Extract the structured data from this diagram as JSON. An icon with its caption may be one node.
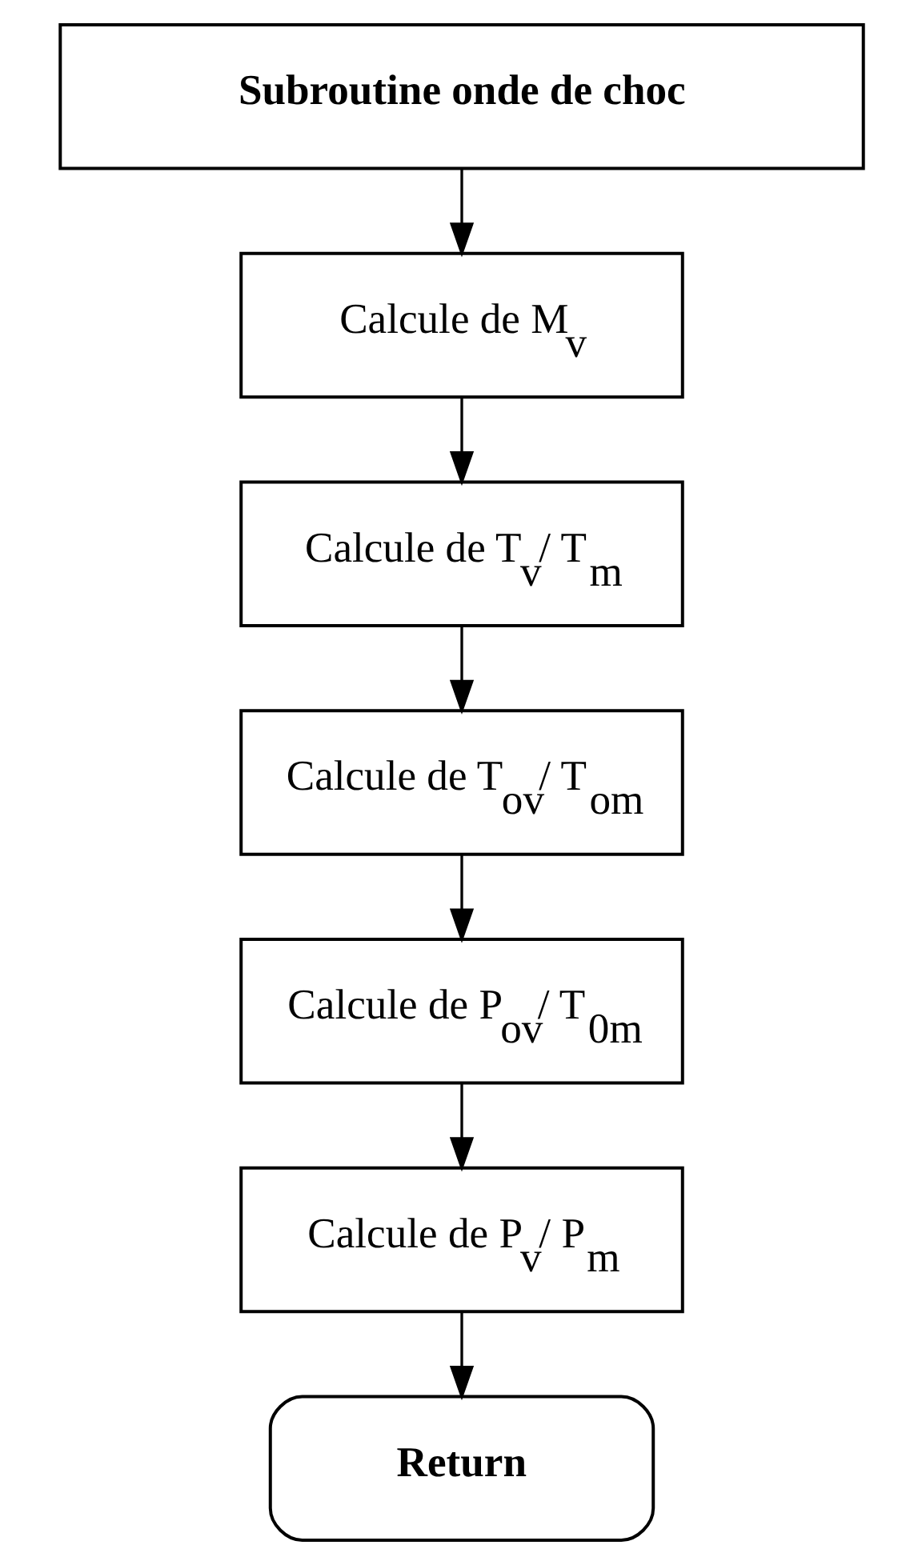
{
  "diagram": {
    "nodes": [
      {
        "text": [
          "Subroutine onde de choc"
        ]
      },
      {
        "text": [
          "Calcule de M$_{v}$"
        ]
      },
      {
        "text": [
          "Calcule de T$_{v}$/ T$_{m}$"
        ]
      },
      {
        "text": [
          "Calcule de T$_{ov}$/ T$_{om}$"
        ]
      },
      {
        "text": [
          "Calcule de P$_{ov}$/ T$_{0m}$"
        ]
      },
      {
        "text": [
          "Calcule de P$_{v}$/ P$_{m}$"
        ]
      },
      {
        "text": [
          "Return"
        ]
      }
    ],
    "edges": [
      {
        "from": 0,
        "to": 1,
        "arrow": "to"
      },
      {
        "from": 1,
        "to": 2,
        "arrow": "to"
      },
      {
        "from": 2,
        "to": 3,
        "arrow": "to"
      },
      {
        "from": 3,
        "to": 4,
        "arrow": "to"
      },
      {
        "from": 4,
        "to": 5,
        "arrow": "to"
      },
      {
        "from": 5,
        "to": 6,
        "arrow": "to"
      }
    ]
  }
}
